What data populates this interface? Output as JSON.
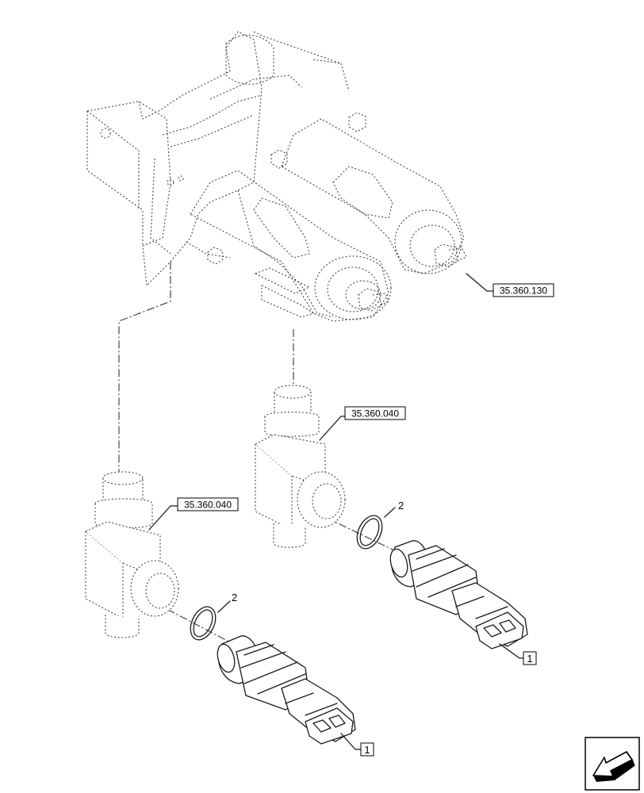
{
  "callouts": {
    "valve_ref": "35.360.130",
    "fitting_ref_upper": "35.360.040",
    "fitting_ref_lower": "35.360.040",
    "oring_upper": "2",
    "oring_lower": "2",
    "sensor_upper": "1",
    "sensor_lower": "1"
  },
  "nav_icon": "arrow-icon"
}
